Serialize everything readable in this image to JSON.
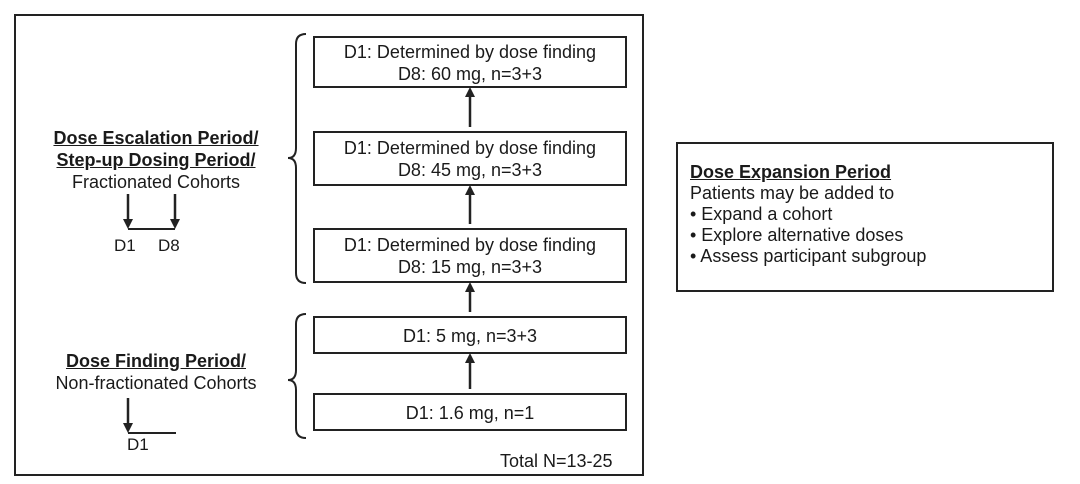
{
  "escalation_label": {
    "line1": "Dose Escalation Period/",
    "line2": "Step-up Dosing Period/",
    "line3": "Fractionated Cohorts"
  },
  "escalation_schedule": {
    "day_a": "D1",
    "day_b": "D8"
  },
  "finding_label": {
    "line1": "Dose Finding Period/",
    "line2": "Non-fractionated Cohorts"
  },
  "finding_schedule": {
    "day_a": "D1"
  },
  "cohorts": [
    {
      "line1": "D1: Determined by dose finding",
      "line2": "D8: 60 mg, n=3+3"
    },
    {
      "line1": "D1: Determined by dose finding",
      "line2": "D8: 45 mg, n=3+3"
    },
    {
      "line1": "D1: Determined by dose finding",
      "line2": "D8: 15 mg, n=3+3"
    },
    {
      "line1": "D1: 5 mg, n=3+3"
    },
    {
      "line1": "D1: 1.6 mg, n=1"
    }
  ],
  "total": "Total N=13-25",
  "expansion": {
    "title": "Dose Expansion Period",
    "intro": "Patients may be added to",
    "items": [
      "• Expand a cohort",
      "• Explore alternative doses",
      "• Assess participant subgroup"
    ]
  }
}
